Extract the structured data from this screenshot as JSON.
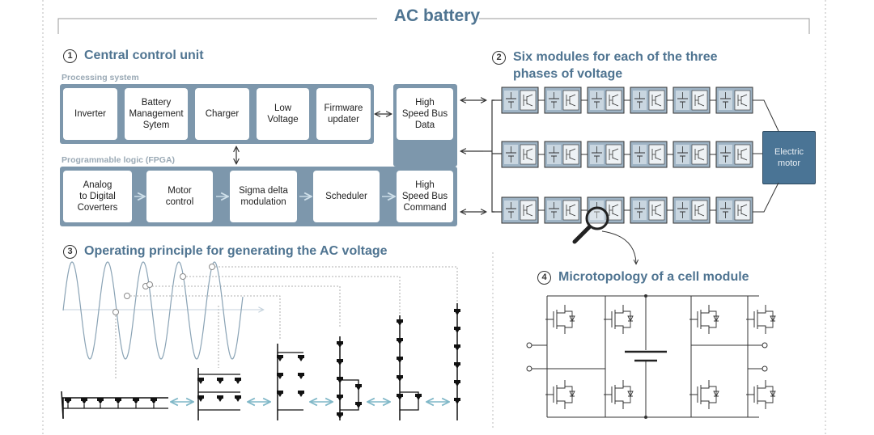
{
  "title": "AC battery",
  "section1": {
    "num": "1",
    "heading": "Central control unit"
  },
  "section2": {
    "num": "2",
    "heading_line1": "Six modules for each of the three",
    "heading_line2": "phases of voltage"
  },
  "section3": {
    "num": "3",
    "heading": "Operating principle for generating the AC voltage"
  },
  "section4": {
    "num": "4",
    "heading": "Microtopology of a cell module"
  },
  "processing_label": "Processing system",
  "fpga_label": "Programmable logic (FPGA)",
  "processing_blocks": [
    "Inverter",
    "Battery\nManagement\nSytem",
    "Charger",
    "Low\nVoltage",
    "Firmware\nupdater"
  ],
  "fpga_blocks": [
    "Analog\nto Digital\nCoverters",
    "Motor\ncontrol",
    "Sigma delta\nmodulation",
    "Scheduler"
  ],
  "bus_data": "High\nSpeed Bus\nData",
  "bus_command": "High\nSpeed Bus\nCommand",
  "electric_motor": "Electric\nmotor",
  "colors": {
    "accent": "#4f7491",
    "panel": "#7d97ac",
    "module": "#9fb4c5",
    "motor": "#4a7495",
    "wave": "#8aa3b5"
  },
  "icons": [
    "magnifier-icon",
    "double-arrow-icon",
    "battery-cell-icon",
    "transistor-switch-icon"
  ]
}
